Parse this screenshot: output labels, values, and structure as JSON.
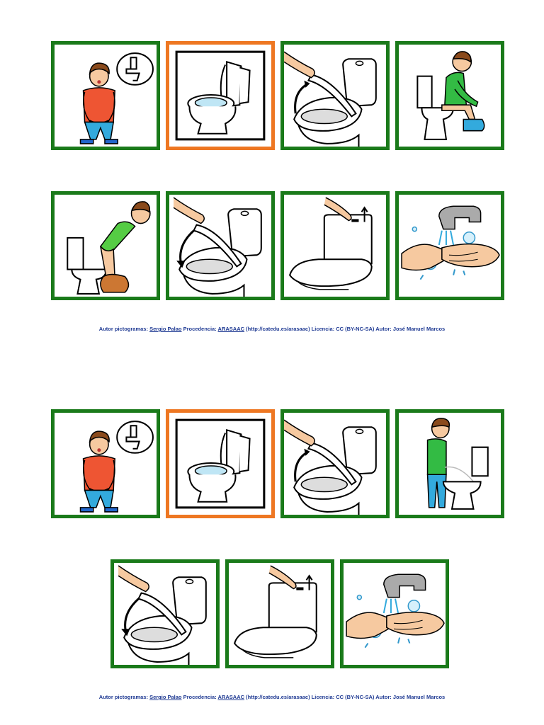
{
  "colors": {
    "green_border": "#1a7a1a",
    "orange_border": "#ee7722",
    "credit_text": "#1f3a93"
  },
  "credit": {
    "label_author_picto": "Autor pictogramas:",
    "author_picto": "Sergio Palao",
    "label_source": "Procedencia:",
    "source": "ARASAAC",
    "source_url": "(http://catedu.es/arasaac)",
    "license": "Licencia: CC (BY-NC-SA)",
    "label_author": "Autor:",
    "author": "José Manuel Marcos"
  },
  "sequence_1": [
    "boy-needs-toilet-icon",
    "toilet-icon",
    "lift-toilet-lid-icon",
    "boy-sitting-on-toilet-icon",
    "boy-lowering-pants-icon",
    "close-toilet-lid-icon",
    "flush-toilet-icon",
    "wash-hands-icon"
  ],
  "sequence_2": [
    "boy-needs-toilet-icon",
    "toilet-icon",
    "lift-toilet-lid-icon",
    "boy-standing-urinating-icon",
    "close-toilet-lid-icon",
    "flush-toilet-icon",
    "wash-hands-icon"
  ]
}
